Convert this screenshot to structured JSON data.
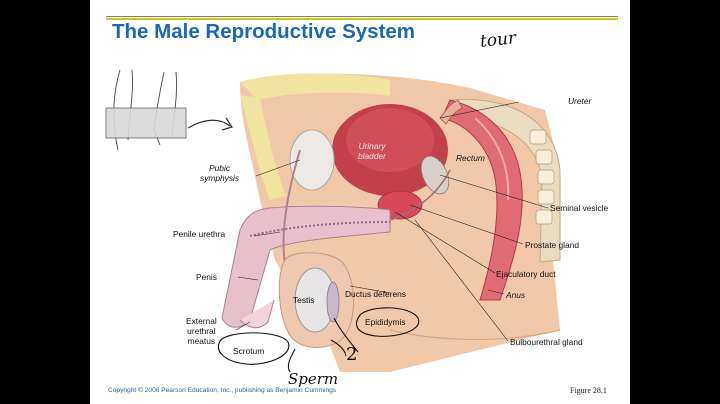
{
  "title": "The Male Reproductive System",
  "labels": {
    "ureter": "Ureter",
    "urinary_bladder": "Urinary\nbladder",
    "rectum": "Rectum",
    "pubic_symphysis": "Pubic\nsymphysis",
    "seminal_vesicle": "Seminal vesicle",
    "penile_urethra": "Penile urethra",
    "prostate_gland": "Prostate gland",
    "ejaculatory_duct": "Ejaculatory duct",
    "penis": "Penis",
    "ductus_deferens": "Ductus deferens",
    "anus": "Anus",
    "testis": "Testis",
    "external_urethral_meatus": "External\nurethral\nmeatus",
    "epididymis": "Epididymis",
    "scrotum": "Scrotum",
    "bulbourethral_gland": "Bulbourethral gland"
  },
  "handwriting": {
    "tour": "tour",
    "two": "2",
    "sperm": "Sperm"
  },
  "footer": {
    "copyright": "Copyright © 2006 Pearson Education, Inc., publishing as Benjamin Cummings",
    "figure": "Figure 28.1"
  },
  "colors": {
    "title": "#1a67b3",
    "tissue": "#f2c9a8",
    "muscle": "#d9475a",
    "bladder": "#c2404a",
    "fat": "#f1e3a0"
  }
}
